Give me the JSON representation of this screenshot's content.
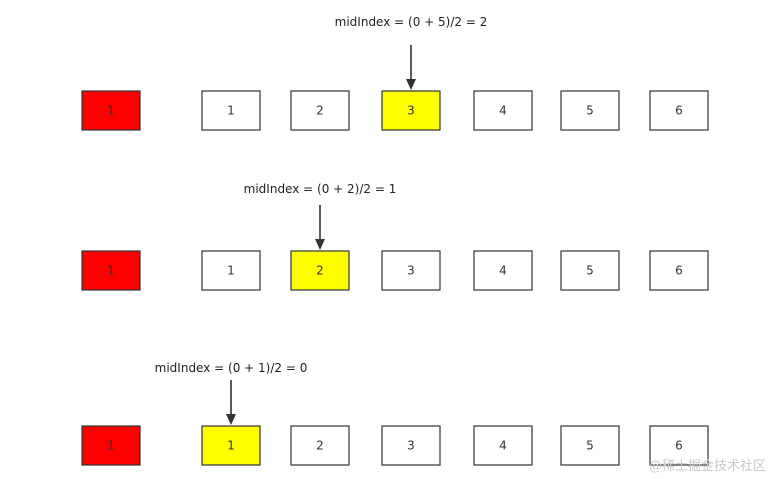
{
  "colors": {
    "background": "#ffffff",
    "box_border": "#333333",
    "box_fill": "#ffffff",
    "pinned_fill": "#ff0000",
    "mid_fill": "#ffff00",
    "arrow": "#333333"
  },
  "steps": [
    {
      "caption": "midIndex = (0 + 5)/2 = 2",
      "pinned": "1",
      "cells": [
        "1",
        "2",
        "3",
        "4",
        "5",
        "6"
      ],
      "highlight_index": 2
    },
    {
      "caption": "midIndex = (0 + 2)/2 = 1",
      "pinned": "1",
      "cells": [
        "1",
        "2",
        "3",
        "4",
        "5",
        "6"
      ],
      "highlight_index": 1
    },
    {
      "caption": "midIndex = (0 + 1)/2 = 0",
      "pinned": "1",
      "cells": [
        "1",
        "2",
        "3",
        "4",
        "5",
        "6"
      ],
      "highlight_index": 0
    }
  ],
  "watermark": "@稀土掘金技术社区"
}
